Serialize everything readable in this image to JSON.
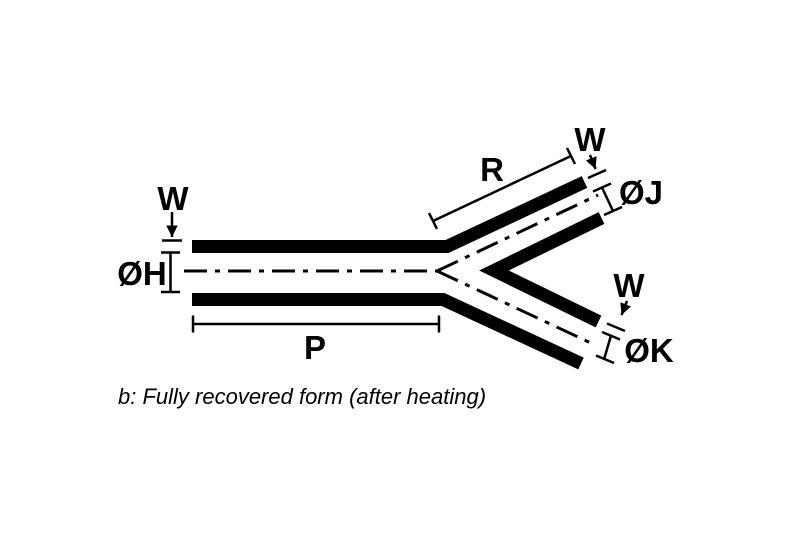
{
  "diagram": {
    "caption": "b: Fully recovered form (after heating)",
    "labels": {
      "wall_main": "W",
      "dia_main": "ØH",
      "length_main": "P",
      "length_branch": "R",
      "wall_upper": "W",
      "dia_upper": "ØJ",
      "wall_lower": "W",
      "dia_lower": "ØK"
    },
    "colors": {
      "ink": "#000000",
      "background": "#ffffff"
    }
  }
}
